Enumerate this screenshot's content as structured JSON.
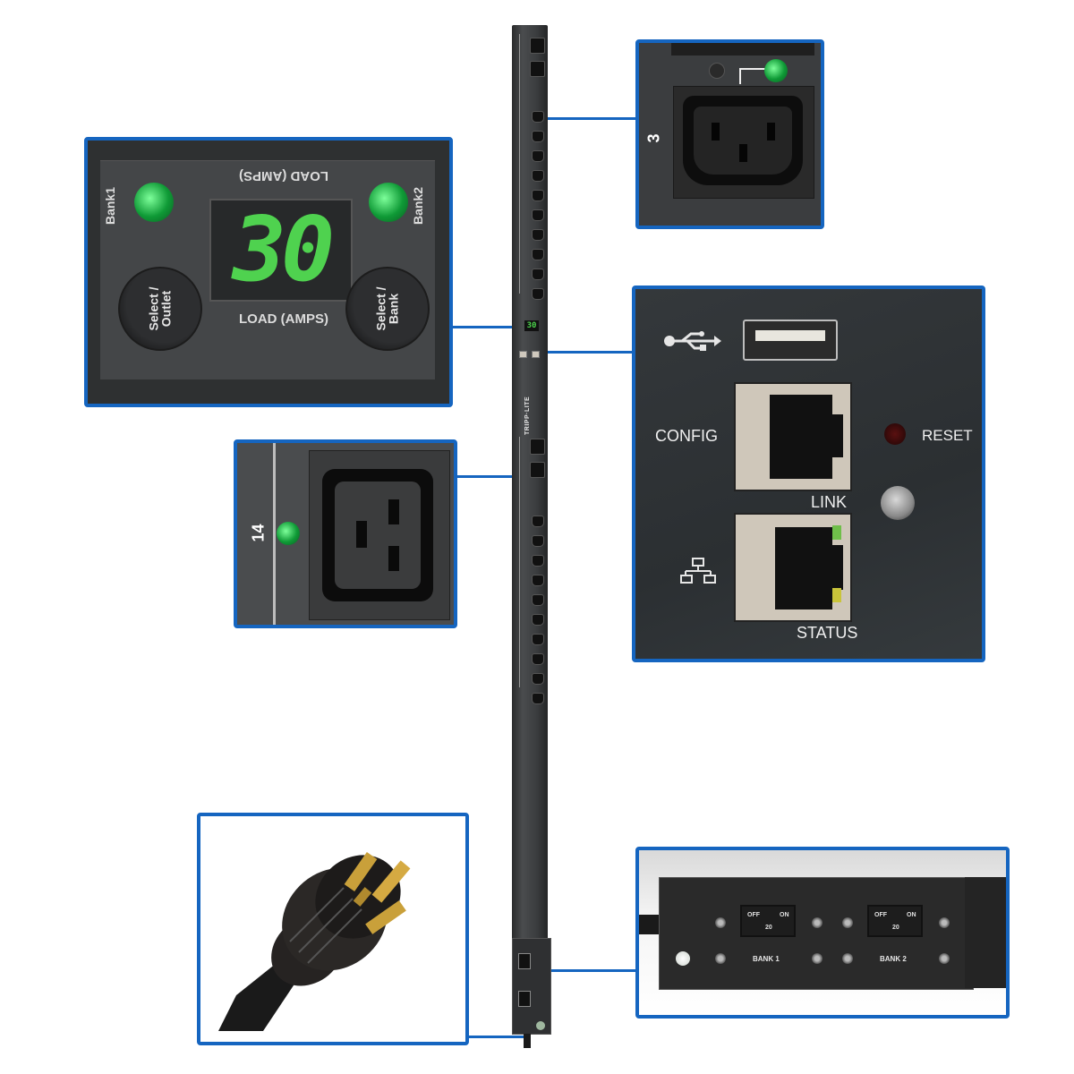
{
  "product": {
    "brand_logo": "TRIPP·LITE",
    "description": "Vertical switched PDU with outlet monitoring, network interface and twist-lock input plug"
  },
  "pdu_strip": {
    "mini_display_value": "30",
    "bank_labels": [
      "BANK 1",
      "BANK 2"
    ]
  },
  "callouts": {
    "outlet_c13": {
      "outlet_number": "3",
      "led_color": "#1fae4b"
    },
    "load_display": {
      "value": "30",
      "label_top_inverted": "LOAD (AMPS)",
      "label_bottom": "LOAD (AMPS)",
      "bank1_label": "Bank1",
      "bank2_label": "Bank2",
      "select_outlet_label": "Select /\nOutlet",
      "select_bank_label": "Select /\nBank",
      "display_color": "#4fd24f"
    },
    "outlet_c19": {
      "outlet_number": "14",
      "led_color": "#1fae4b"
    },
    "network_panel": {
      "usb_icon": "usb-icon",
      "config_label": "CONFIG",
      "reset_label": "RESET",
      "link_label": "LINK",
      "status_label": "STATUS",
      "network_icon": "network-icon"
    },
    "input_plug": {
      "description": "Twist-lock input plug"
    },
    "breaker_panel": {
      "switches": [
        {
          "off_label": "OFF",
          "on_label": "ON",
          "rating": "20",
          "bank_label": "BANK 1"
        },
        {
          "off_label": "OFF",
          "on_label": "ON",
          "rating": "20",
          "bank_label": "BANK 2"
        }
      ]
    }
  },
  "colors": {
    "callout_border": "#1565c0",
    "panel_dark": "#3b3d3f",
    "led_green": "#1fae4b"
  }
}
